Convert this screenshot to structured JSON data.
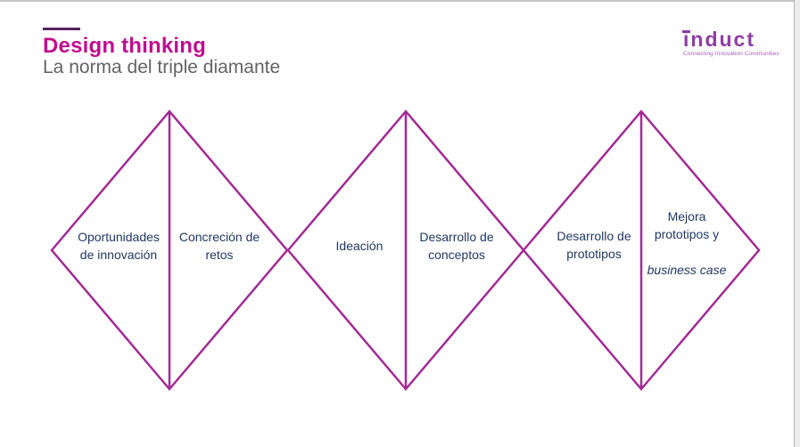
{
  "header": {
    "title": "Design thinking",
    "subtitle": "La norma del triple diamante"
  },
  "logo": {
    "wordmark": "induct",
    "tagline": "Connecting Innovation Communities"
  },
  "diamonds": [
    {
      "left_label": "Oportunidades\nde innovación",
      "right_label": "Concreción de\nretos"
    },
    {
      "left_label": "Ideación",
      "right_label": "Desarrollo de\nconceptos"
    },
    {
      "left_label": "Desarrollo de\nprototipos",
      "right_label": "Mejora\nprototipos y",
      "right_label_italic": "business case"
    }
  ],
  "colors": {
    "accent_bar": "#5c2161",
    "title": "#c00d8e",
    "subtitle": "#636363",
    "diamond_stroke": "#a02b93",
    "diamond_label_text": "#1f3864",
    "logo": "#8e3da2"
  }
}
